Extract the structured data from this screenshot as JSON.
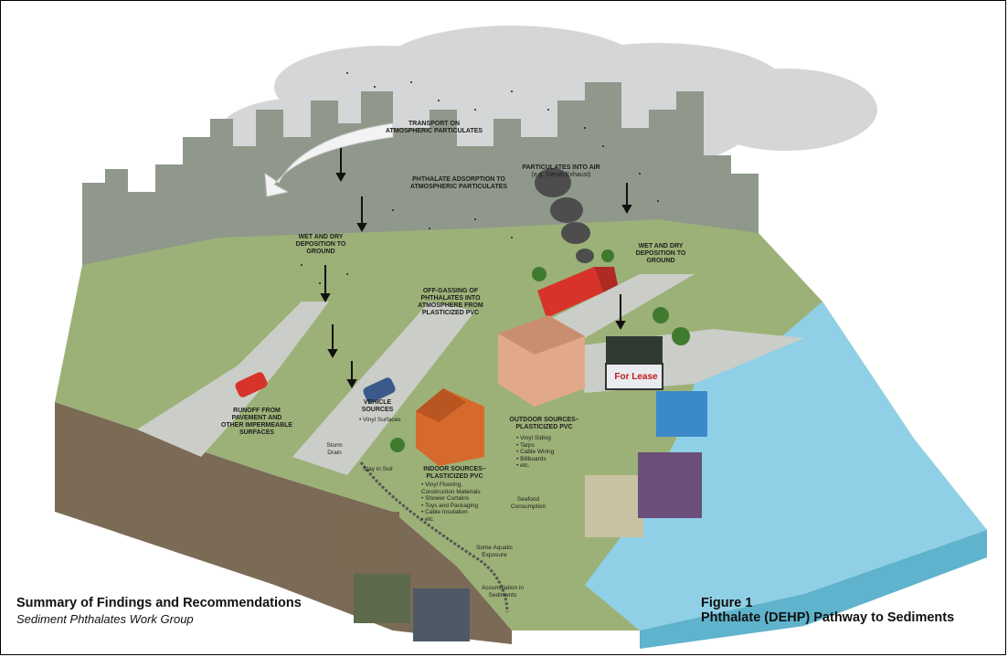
{
  "footer": {
    "summary_title": "Summary of Findings and Recommendations",
    "summary_subtitle": "Sediment Phthalates Work Group",
    "figure_number": "Figure 1",
    "figure_title": "Phthalate (DEHP) Pathway to Sediments"
  },
  "labels": {
    "transport": "TRANSPORT ON\nATMOSPHERIC PARTICULATES",
    "adsorption": "PHTHALATE ADSORPTION TO\nATMOSPHERIC PARTICULATES",
    "particulates_air": "PARTICULATES INTO AIR",
    "particulates_air_sub": "(e.g. Diesel Exhaust)",
    "wet_dry_left": "WET AND DRY\nDEPOSITION TO\nGROUND",
    "wet_dry_right": "WET AND DRY\nDEPOSITION TO\nGROUND",
    "offgassing": "OFF-GASSING OF\nPHTHALATES INTO\nATMOSPHERE FROM\nPLASTICIZED PVC",
    "runoff": "RUNOFF FROM\nPAVEMENT AND\nOTHER IMPERMEABLE\nSURFACES",
    "vehicle_sources": "VEHICLE\nSOURCES",
    "vehicle_sources_sub": "• Vinyl Surfaces",
    "outdoor_sources": "OUTDOOR SOURCES–\nPLASTICIZED PVC",
    "outdoor_sources_list": "• Vinyl Siding\n• Tarps\n• Cable Wiring\n• Billboards\n• etc.",
    "indoor_sources": "INDOOR SOURCES–\nPLASTICIZED PVC",
    "indoor_sources_list": "• Vinyl Flooring,\n  Construction Materials\n• Shower Curtains\n• Toys and Packaging\n• Cable Insulation\n• etc.",
    "storm_drain": "Storm\nDrain",
    "stay_in_soil": "Stay in Soil",
    "seafood": "Seafood\nConsumption",
    "aquatic_exposure": "Some Aquatic\nExposure",
    "accumulation": "Accumulation in\nSediments",
    "for_lease": "For Lease"
  },
  "colors": {
    "sky_cloud": "#cfd1d3",
    "skyline": "#8e9789",
    "grass": "#8fa86a",
    "road": "#c9cbc6",
    "water": "#8fd0e6",
    "soil": "#8a6a48",
    "truck": "#d8332a",
    "house": "#d66a2c"
  }
}
